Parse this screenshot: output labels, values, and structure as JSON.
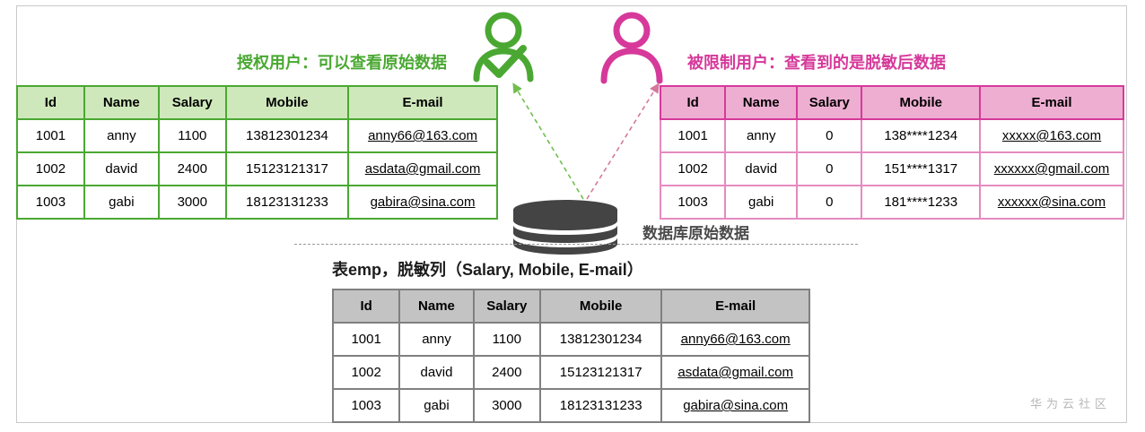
{
  "diagram": {
    "title_watermark": "华为云社区",
    "columns": [
      "Id",
      "Name",
      "Salary",
      "Mobile",
      "E-mail"
    ],
    "authorized": {
      "label": "授权用户：可以查看原始数据",
      "icon": "user-check-icon",
      "color": "#4aa832",
      "header_bg": "#cfe8bb",
      "rows": [
        {
          "id": "1001",
          "name": "anny",
          "salary": "1100",
          "mobile": "13812301234",
          "email": "anny66@163.com"
        },
        {
          "id": "1002",
          "name": "david",
          "salary": "2400",
          "mobile": "15123121317",
          "email": "asdata@gmail.com"
        },
        {
          "id": "1003",
          "name": "gabi",
          "salary": "3000",
          "mobile": "18123131233",
          "email": "gabira@sina.com"
        }
      ]
    },
    "restricted": {
      "label": "被限制用户：查看到的是脱敏后数据",
      "icon": "user-icon",
      "color": "#d6399a",
      "header_bg": "#eeaed2",
      "rows": [
        {
          "id": "1001",
          "name": "anny",
          "salary": "0",
          "mobile": "138****1234",
          "email": "xxxxx@163.com"
        },
        {
          "id": "1002",
          "name": "david",
          "salary": "0",
          "mobile": "151****1317",
          "email": "xxxxxx@gmail.com"
        },
        {
          "id": "1003",
          "name": "gabi",
          "salary": "0",
          "mobile": "181****1233",
          "email": "xxxxxx@sina.com"
        }
      ]
    },
    "database": {
      "label": "数据库原始数据",
      "icon": "database-cylinder-icon",
      "color": "#444444"
    },
    "source": {
      "caption": "表emp，脱敏列（Salary, Mobile, E-mail）",
      "header_bg": "#c3c3c3",
      "border_color": "#808080",
      "rows": [
        {
          "id": "1001",
          "name": "anny",
          "salary": "1100",
          "mobile": "13812301234",
          "email": "anny66@163.com"
        },
        {
          "id": "1002",
          "name": "david",
          "salary": "2400",
          "mobile": "15123121317",
          "email": "asdata@gmail.com"
        },
        {
          "id": "1003",
          "name": "gabi",
          "salary": "3000",
          "mobile": "18123131233",
          "email": "gabira@sina.com"
        }
      ]
    },
    "link_colors": {
      "email_link": "#1f4fb5",
      "arrow_green": "#6fbf4f",
      "arrow_pink": "#d4789f"
    }
  }
}
